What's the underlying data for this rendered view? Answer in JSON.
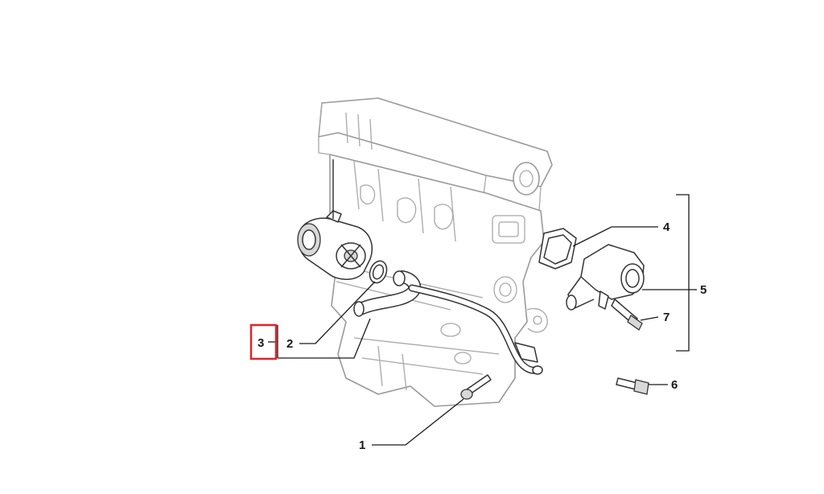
{
  "diagram": {
    "callouts": [
      {
        "id": "1",
        "text": "1"
      },
      {
        "id": "2",
        "text": "2"
      },
      {
        "id": "3",
        "text": "3",
        "highlighted": true
      },
      {
        "id": "4",
        "text": "4"
      },
      {
        "id": "5",
        "text": "5"
      },
      {
        "id": "6",
        "text": "6"
      },
      {
        "id": "7",
        "text": "7"
      }
    ],
    "highlight_color": "#e0242a",
    "line_color": "#1a1a1a",
    "engine_outline_color": "#9a9a9a"
  }
}
